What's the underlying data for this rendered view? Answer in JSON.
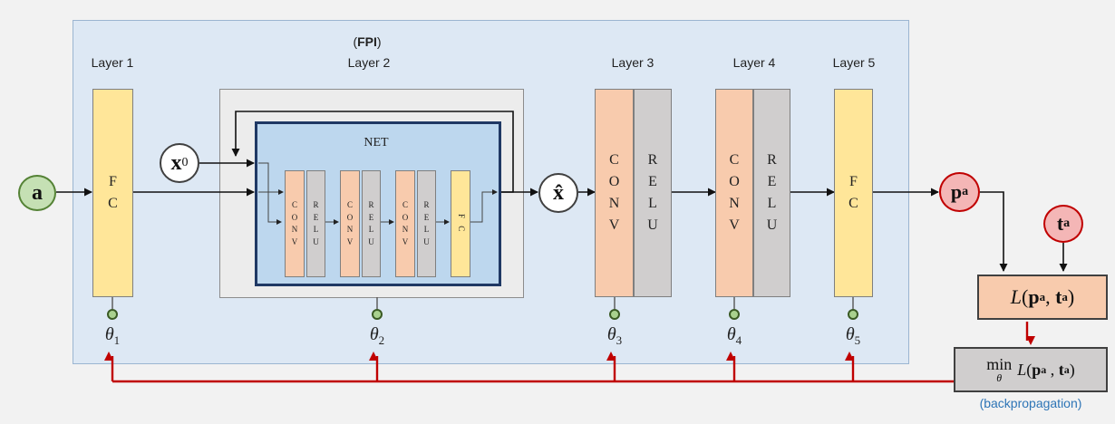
{
  "title": {
    "prefix": "(",
    "bold": "FPI",
    "suffix": ")"
  },
  "layers": {
    "l1": "Layer 1",
    "l2": "Layer 2",
    "l3": "Layer 3",
    "l4": "Layer 4",
    "l5": "Layer 5"
  },
  "net_label": "NET",
  "blocks": {
    "fc": [
      "F",
      "C"
    ],
    "conv": [
      "C",
      "O",
      "N",
      "V"
    ],
    "relu": [
      "R",
      "E",
      "L",
      "U"
    ],
    "fc_small": "F C"
  },
  "nodes": {
    "a": "a",
    "x0_base": "x",
    "x0_sub": "0",
    "xhat": "x̂",
    "p_base": "p",
    "p_sub": "a",
    "t_base": "t",
    "t_sub": "a"
  },
  "params": [
    {
      "sym": "θ",
      "sub": "1"
    },
    {
      "sym": "θ",
      "sub": "2"
    },
    {
      "sym": "θ",
      "sub": "3"
    },
    {
      "sym": "θ",
      "sub": "4"
    },
    {
      "sym": "θ",
      "sub": "5"
    }
  ],
  "loss": {
    "fn": "L",
    "p": "p",
    "p_sub": "a",
    "t": "t",
    "t_sub": "a"
  },
  "min": {
    "op": "min",
    "under": "θ",
    "fn": "L",
    "p": "p",
    "p_sub": "a",
    "t": "t",
    "t_sub": "a"
  },
  "backprop_label": "(backpropagation)",
  "colors": {
    "panel": "#dde8f4",
    "net": "#bdd7ee",
    "fc": "#ffe699",
    "conv": "#f8cbad",
    "relu": "#d0cece",
    "backprop_arrow": "#c00000"
  }
}
